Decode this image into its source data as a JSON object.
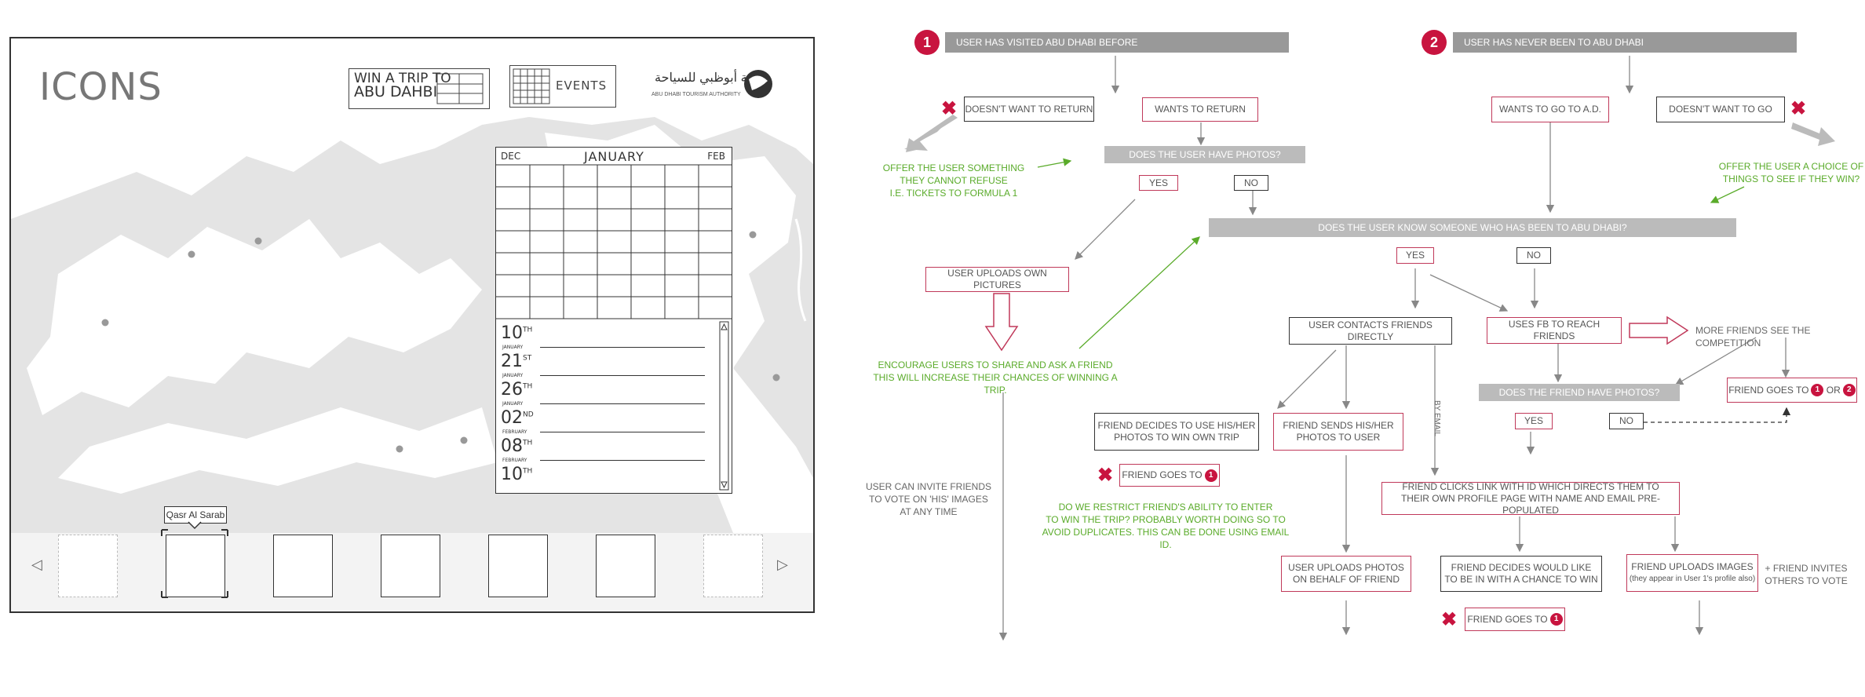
{
  "wireframe": {
    "title": "ICONS",
    "win_button": [
      "WIN A TRIP TO",
      "ABU DAHBI"
    ],
    "events_button": "EVENTS",
    "logo_arabic": "هيئة أبوظبي للسياحة",
    "logo_english": "ABU DHABI TOURISM AUTHORITY",
    "calendar": {
      "prev": "DEC",
      "month": "JANUARY",
      "next": "FEB",
      "events": [
        {
          "day": "10",
          "suffix": "TH",
          "month": "JANUARY"
        },
        {
          "day": "21",
          "suffix": "ST",
          "month": "JANUARY"
        },
        {
          "day": "26",
          "suffix": "TH",
          "month": "JANUARY"
        },
        {
          "day": "02",
          "suffix": "ND",
          "month": "FEBRUARY"
        },
        {
          "day": "08",
          "suffix": "TH",
          "month": "FEBRUARY"
        },
        {
          "day": "10",
          "suffix": "TH",
          "month": ""
        }
      ]
    },
    "tooltip": "Qasr Al Sarab"
  },
  "flow": {
    "n1": "1",
    "n2": "2",
    "h1": "USER HAS VISITED ABU DHABI BEFORE",
    "h2": "USER HAS NEVER BEEN TO ABU DHABI",
    "no_return": "DOESN'T WANT TO RETURN",
    "wants_return": "WANTS TO RETURN",
    "wants_go": "WANTS TO GO TO A.D.",
    "no_go": "DOESN'T WANT TO GO",
    "offer_left": [
      "OFFER THE USER SOMETHING",
      "THEY CANNOT REFUSE",
      "I.E. TICKETS TO FORMULA 1"
    ],
    "offer_right": [
      "OFFER THE USER A CHOICE OF",
      "THINGS TO SEE IF THEY WIN?"
    ],
    "have_photos": "DOES THE USER HAVE PHOTOS?",
    "yes": "YES",
    "no": "NO",
    "know_someone": "DOES THE USER KNOW SOMEONE WHO HAS BEEN TO ABU DHABI?",
    "uploads_own": "USER UPLOADS OWN PICTURES",
    "encourage": [
      "ENCOURAGE USERS TO SHARE AND ASK A FRIEND",
      "THIS WILL INCREASE THEIR CHANCES OF WINNING A TRIP."
    ],
    "contacts_directly": "USER CONTACTS FRIENDS DIRECTLY",
    "uses_fb": "USES FB TO REACH FRIENDS",
    "more_friends": "MORE FRIENDS SEE THE COMPETITION",
    "friend_have_photos": "DOES THE FRIEND HAVE PHOTOS?",
    "friend_goes_to": "FRIEND GOES TO",
    "or": "OR",
    "friend_decides_own": [
      "FRIEND DECIDES TO USE HIS/HER",
      "PHOTOS TO WIN OWN TRIP"
    ],
    "friend_sends": [
      "FRIEND SENDS HIS/HER",
      "PHOTOS TO USER"
    ],
    "by_email": "BY EMAIL",
    "invite_friends": [
      "USER CAN INVITE FRIENDS",
      "TO VOTE ON 'HIS' IMAGES",
      "AT ANY TIME"
    ],
    "restrict": [
      "DO WE RESTRICT FRIEND'S ABILITY TO ENTER",
      "TO WIN THE TRIP? PROBABLY WORTH DOING SO TO",
      "AVOID DUPLICATES. THIS CAN BE DONE USING EMAIL ID."
    ],
    "clicks_link": [
      "FRIEND CLICKS LINK WITH ID WHICH DIRECTS THEM TO",
      "THEIR OWN PROFILE PAGE WITH NAME AND EMAIL PRE-POPULATED"
    ],
    "uploads_behalf": [
      "USER UPLOADS PHOTOS",
      "ON BEHALF OF FRIEND"
    ],
    "decides_would": [
      "FRIEND DECIDES WOULD  LIKE",
      "TO BE IN WITH A CHANCE TO WIN"
    ],
    "uploads_images": "FRIEND UPLOADS IMAGES",
    "uploads_images_note": "(they appear in User 1's profile also)",
    "invites_others": [
      "+ FRIEND INVITES",
      "OTHERS TO VOTE"
    ]
  },
  "colors": {
    "accent_red": "#c8143f",
    "green": "#5aab2a",
    "gray_header": "#999999"
  }
}
